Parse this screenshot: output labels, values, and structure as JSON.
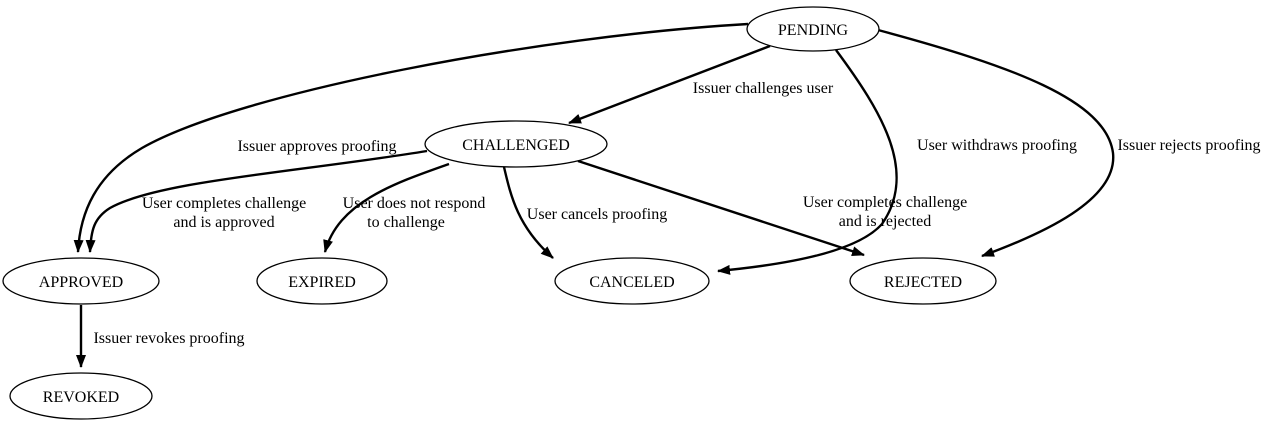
{
  "diagram": {
    "type": "state-machine",
    "background_color": "#ffffff",
    "node_fill_color": "#ffffff",
    "stroke_color": "#000000",
    "text_color": "#000000",
    "nodes": {
      "pending": {
        "label": "PENDING"
      },
      "challenged": {
        "label": "CHALLENGED"
      },
      "approved": {
        "label": "APPROVED"
      },
      "expired": {
        "label": "EXPIRED"
      },
      "canceled": {
        "label": "CANCELED"
      },
      "rejected": {
        "label": "REJECTED"
      },
      "revoked": {
        "label": "REVOKED"
      }
    },
    "edges": {
      "pending_challenged": {
        "from": "PENDING",
        "to": "CHALLENGED",
        "label": "Issuer challenges user"
      },
      "pending_approved": {
        "from": "PENDING",
        "to": "APPROVED",
        "label": "Issuer approves proofing"
      },
      "pending_canceled": {
        "from": "PENDING",
        "to": "CANCELED",
        "label": "User withdraws proofing"
      },
      "pending_rejected": {
        "from": "PENDING",
        "to": "REJECTED",
        "label": "Issuer rejects proofing"
      },
      "challenged_approved": {
        "from": "CHALLENGED",
        "to": "APPROVED",
        "label_line1": "User completes challenge",
        "label_line2": "and is approved"
      },
      "challenged_expired": {
        "from": "CHALLENGED",
        "to": "EXPIRED",
        "label_line1": "User does not respond",
        "label_line2": "to challenge"
      },
      "challenged_canceled": {
        "from": "CHALLENGED",
        "to": "CANCELED",
        "label": "User cancels proofing"
      },
      "challenged_rejected": {
        "from": "CHALLENGED",
        "to": "REJECTED",
        "label_line1": "User completes challenge",
        "label_line2": "and is rejected"
      },
      "approved_revoked": {
        "from": "APPROVED",
        "to": "REVOKED",
        "label": "Issuer revokes proofing"
      }
    }
  }
}
